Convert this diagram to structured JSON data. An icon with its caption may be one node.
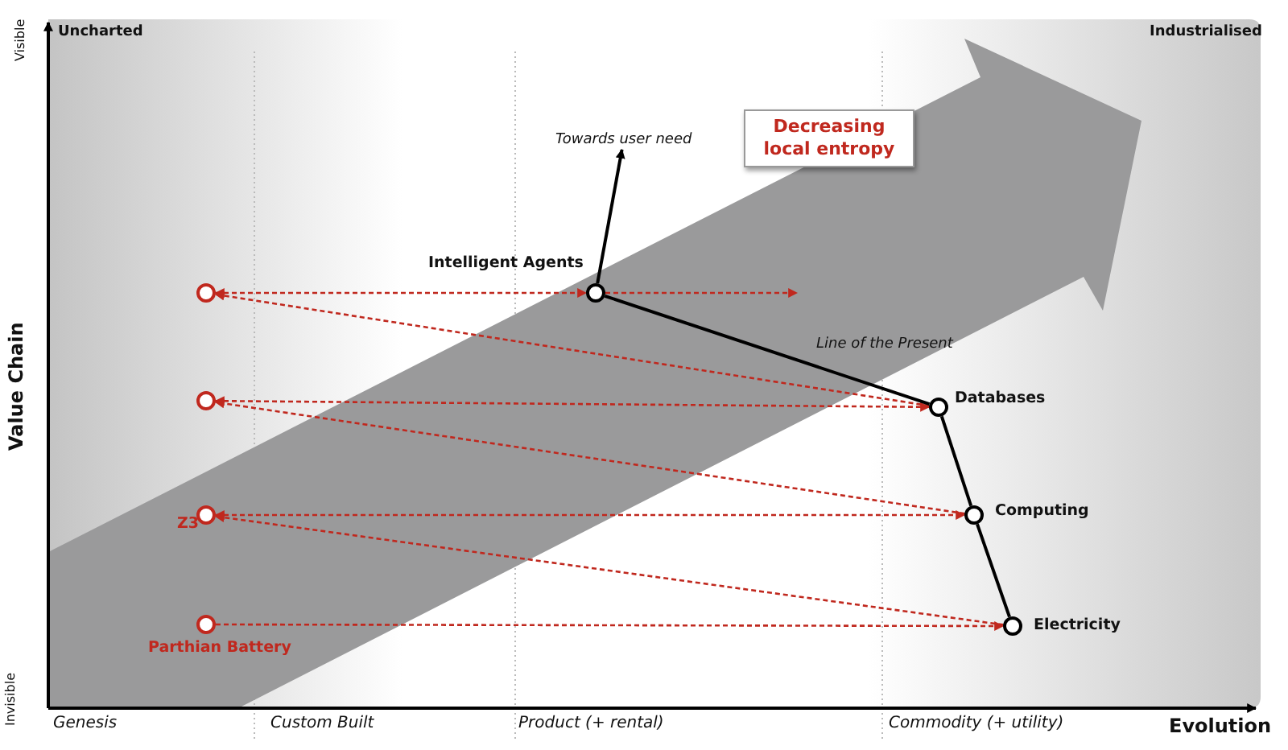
{
  "diagram": {
    "nodes": [
      {
        "text": [
          "Decreasing local entropy"
        ]
      },
      {
        "text": [
          "Towards user need"
        ]
      },
      {
        "text": [
          "Intelligent Agents"
        ]
      },
      {
        "text": [],
        "shape": "circle"
      },
      {
        "text": [],
        "shape": "circle"
      },
      {
        "text": [
          "Databases"
        ]
      },
      {
        "text": [
          "Z3"
        ]
      },
      {
        "text": [
          "Computing"
        ]
      },
      {
        "text": [
          "Parthian Battery"
        ]
      },
      {
        "text": [
          "Electricity"
        ]
      }
    ],
    "edges": [
      {
        "from": 3,
        "to": 2,
        "arrow": "both",
        "style": "dashed"
      },
      {
        "from": 2,
        "to": null,
        "arrow": "to",
        "style": "dashed"
      },
      {
        "from": 5,
        "to": 3,
        "arrow": "to",
        "style": "dashed"
      },
      {
        "from": 4,
        "to": 5,
        "arrow": "both",
        "style": "dashed"
      },
      {
        "from": 7,
        "to": 4,
        "arrow": "to",
        "style": "dashed"
      },
      {
        "from": 6,
        "to": 7,
        "arrow": "both",
        "style": "dashed"
      },
      {
        "from": 9,
        "to": 6,
        "arrow": "to",
        "style": "dashed"
      },
      {
        "from": 8,
        "to": 9,
        "arrow": "to",
        "style": "dashed"
      },
      {
        "from": 2,
        "to": 1,
        "arrow": "to",
        "color": "#000000"
      },
      {
        "from": 2,
        "to": 5,
        "arrow": "none",
        "color": "#000000"
      },
      {
        "from": 5,
        "to": 7,
        "arrow": "none",
        "color": "#000000"
      },
      {
        "from": 7,
        "to": 9,
        "arrow": "none",
        "color": "#000000"
      }
    ],
    "labels": [
      "Visible",
      "Uncharted",
      "Industrialised",
      "Line of the Present",
      "Value Chain",
      "Invisible",
      "Genesis",
      "Custom Built",
      "Product (+ rental)",
      "Commodity (+ utility)",
      "Evolution"
    ]
  }
}
